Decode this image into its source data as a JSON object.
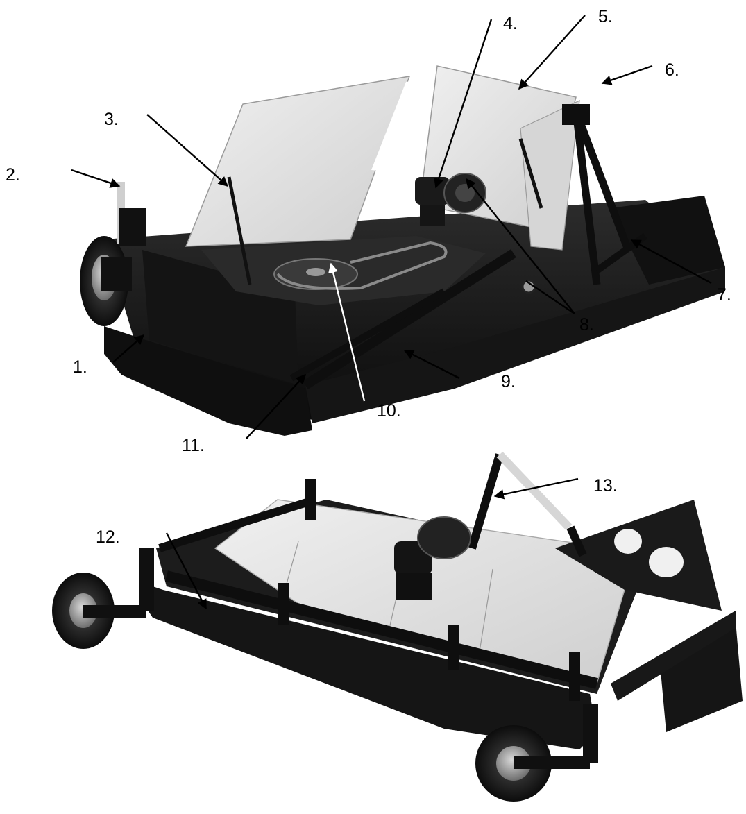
{
  "callouts": [
    {
      "label": "1."
    },
    {
      "label": "2."
    },
    {
      "label": "3."
    },
    {
      "label": "4."
    },
    {
      "label": "5."
    },
    {
      "label": "6."
    },
    {
      "label": "7."
    },
    {
      "label": "8."
    },
    {
      "label": "9."
    },
    {
      "label": "10."
    },
    {
      "label": "11."
    },
    {
      "label": "12."
    },
    {
      "label": "13."
    }
  ],
  "colors": {
    "deck": "#1d1d1d",
    "deck_dark": "#0d0d0d",
    "covers": "#e4e4e4",
    "cover_shadow": "#c2c2c2",
    "tire": "#181818",
    "hub": "#8a8a8a",
    "labels": "#000000"
  }
}
